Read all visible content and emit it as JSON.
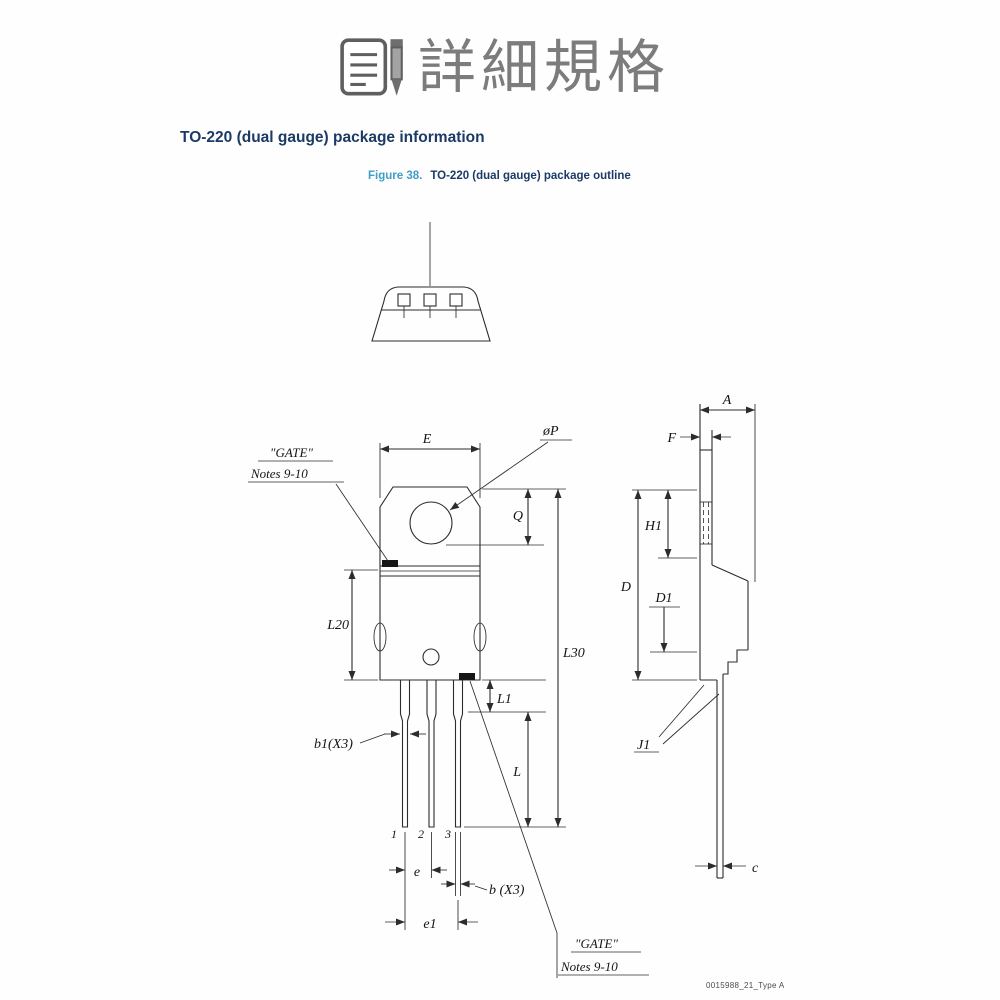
{
  "header": {
    "title": "詳細規格",
    "icon": "document-pen-icon"
  },
  "page": {
    "section_title": "TO-220 (dual gauge) package information",
    "figure_label": "Figure 38.",
    "figure_title": "TO-220 (dual gauge) package outline",
    "drawing_code": "0015988_21_Type A"
  },
  "drawing": {
    "gate_note_top": {
      "line1": "\"GATE\"",
      "line2": "Notes 9-10"
    },
    "gate_note_bottom": {
      "line1": "\"GATE\"",
      "line2": "Notes 9-10"
    },
    "front_view": {
      "dim_E": "E",
      "dim_P": "øP",
      "dim_Q": "Q",
      "dim_L20": "L20",
      "dim_L30": "L30",
      "dim_L1": "L1",
      "dim_L": "L",
      "dim_b1": "b1(X3)",
      "dim_e": "e",
      "dim_e1": "e1",
      "dim_b": "b (X3)",
      "pins": [
        "1",
        "2",
        "3"
      ]
    },
    "side_view": {
      "dim_A": "A",
      "dim_F": "F",
      "dim_H1": "H1",
      "dim_D": "D",
      "dim_D1": "D1",
      "dim_J1": "J1",
      "dim_c": "c"
    }
  },
  "colors": {
    "title_blue": "#1b3a66",
    "figure_blue": "#3e9ec6",
    "header_gray": "#7c7c7c",
    "line": "#2c2c2c"
  }
}
